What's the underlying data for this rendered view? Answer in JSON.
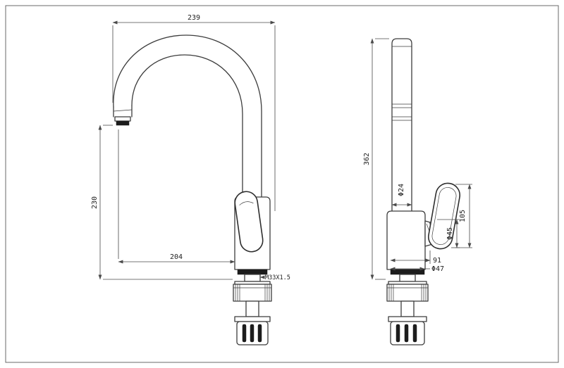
{
  "drawing": {
    "subject": "Kitchen faucet technical drawing, two orthographic views with dimensions",
    "dimensions": {
      "overall_reach": "239",
      "spout_height": "230",
      "spout_reach": "204",
      "mount_thread": "M33X1.5",
      "overall_height": "362",
      "spout_tube_diameter": "Φ24",
      "handle_length": "105",
      "handle_diameter": "Φ45",
      "body_depth": "91",
      "base_diameter": "Φ47"
    },
    "colors": {
      "line": "#3c3c3c",
      "dimension_line": "#4a4a4a",
      "solid_fill": "#1c1c1c",
      "background": "#ffffff"
    }
  }
}
